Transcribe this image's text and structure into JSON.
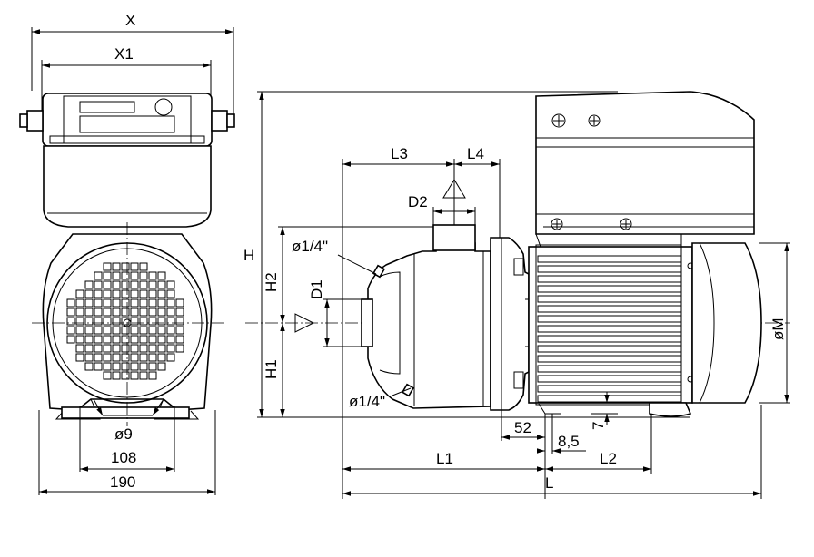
{
  "labels": {
    "x": "X",
    "x1": "X1",
    "fan_dia": "ø9",
    "base_inner": "108",
    "base_outer": "190",
    "h": "H",
    "h1": "H1",
    "h2": "H2",
    "d1": "D1",
    "d2": "D2",
    "l3": "L3",
    "l4": "L4",
    "plug_top": "ø1/4\"",
    "plug_bottom": "ø1/4\"",
    "dim_52": "52",
    "dim_85": "8,5",
    "dim_7": "7",
    "l1": "L1",
    "l2": "L2",
    "l": "L",
    "dia_m": "øM"
  }
}
